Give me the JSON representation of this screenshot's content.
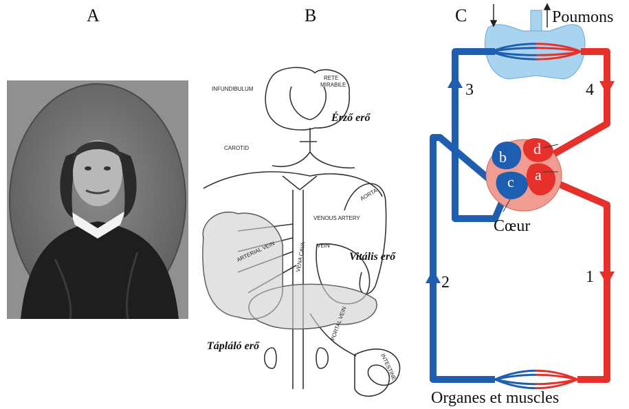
{
  "panels": {
    "a": "A",
    "b": "B",
    "c": "C"
  },
  "diagram_b": {
    "infundibulum": "INFUNDIBULUM",
    "rete_1": "RETE",
    "rete_2": "MIRABILE",
    "erzo": "Érző erő",
    "carotid": "CAROTID",
    "venous_artery": "VENOUS ARTERY",
    "aorta": "AORTA",
    "vena_cava": "VENA CAVA",
    "vein": "VEIN",
    "arterial_vein": "ARTERIAL VEIN",
    "vitalis": "Vitális erő",
    "portal_vein": "PORTAL VEIN",
    "intestine": "INTESTINE",
    "taplalo": "Tápláló erő"
  },
  "diagram_c": {
    "lungs": "Poumons",
    "heart": "Cœur",
    "organs": "Organes et muscles",
    "num_1": "1",
    "num_2": "2",
    "num_3": "3",
    "num_4": "4",
    "chamber_a": "a",
    "chamber_b": "b",
    "chamber_c": "c",
    "chamber_d": "d",
    "colors": {
      "oxygenated": "#e8302a",
      "deoxygenated": "#1e5eb0",
      "lung_fill": "#a9d4ef",
      "heart_fill": "#f19c90"
    }
  }
}
